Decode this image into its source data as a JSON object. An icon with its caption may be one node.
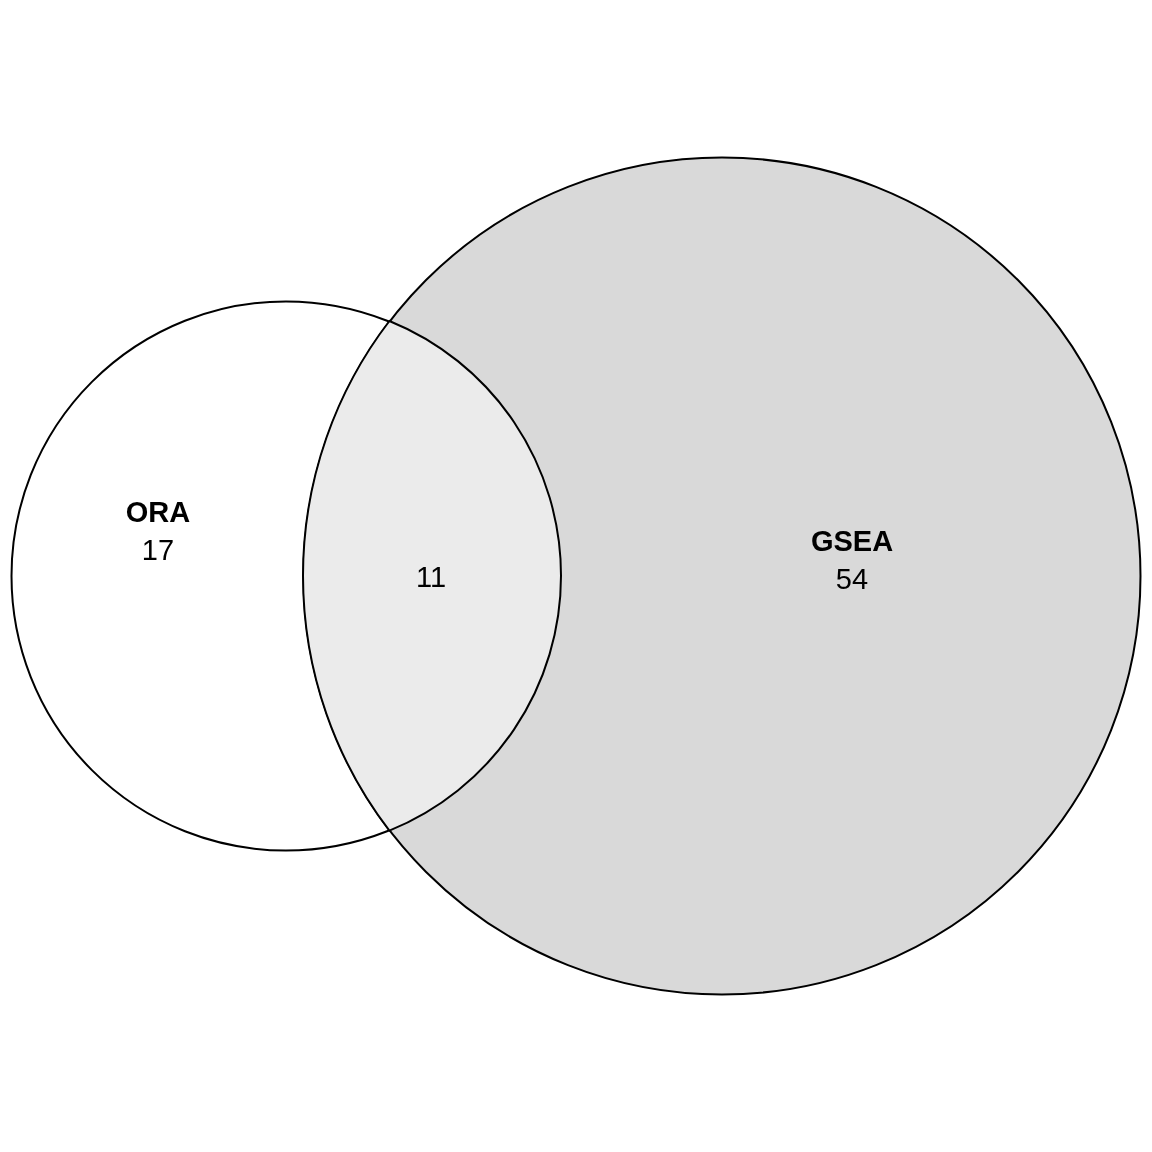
{
  "diagram": {
    "nodes": [
      {
        "text": [
          "ORA",
          "17"
        ]
      },
      {
        "text": [
          "GSEA",
          "54"
        ]
      },
      {
        "text": [
          "11"
        ]
      }
    ]
  }
}
